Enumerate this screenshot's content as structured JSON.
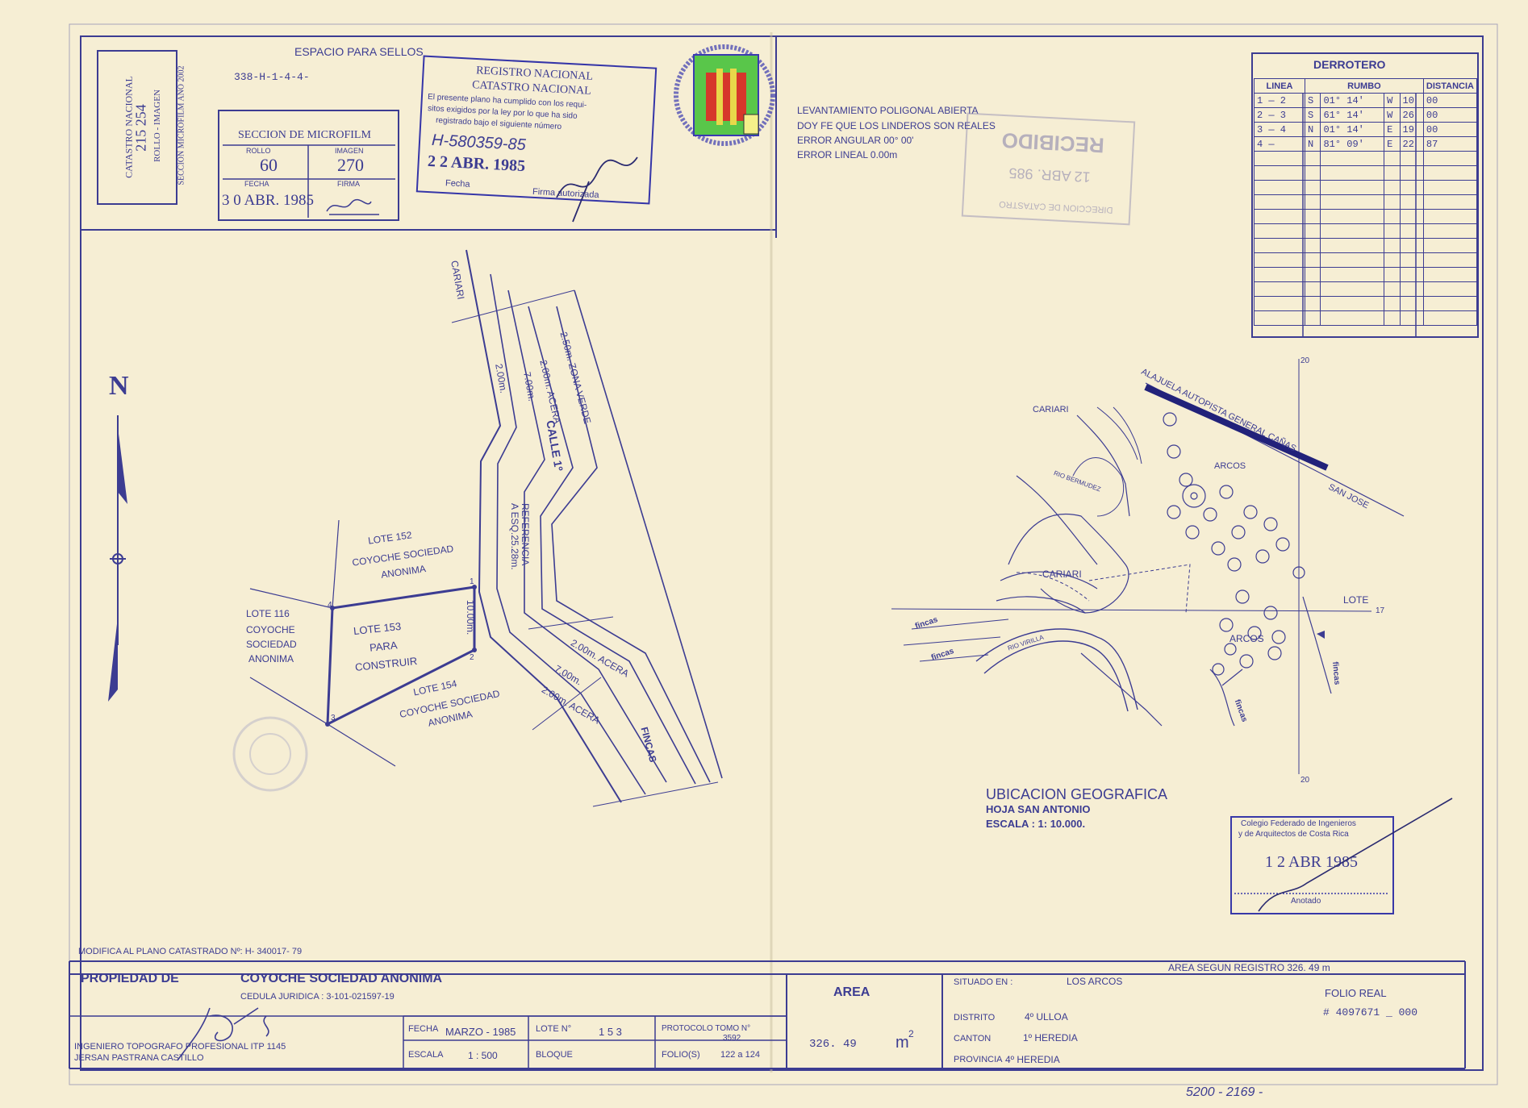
{
  "header": {
    "espacio_sellos": "ESPACIO PARA SELLOS",
    "codigo": "338-H-1-4-4-",
    "catastro_vertical": [
      "CATASTRO NACIONAL",
      "215 254",
      "ROLLO - IMAGEN",
      "SECCION MICROFILM AÑO 2002"
    ]
  },
  "microfilm": {
    "title": "SECCION DE MICROFILM",
    "rollo_label": "ROLLO",
    "rollo": "60",
    "imagen_label": "IMAGEN",
    "imagen": "270",
    "fecha_label": "FECHA",
    "fecha": "3 0 ABR. 1985",
    "firma_label": "FIRMA"
  },
  "registro": {
    "title1": "REGISTRO NACIONAL",
    "title2": "CATASTRO NACIONAL",
    "text1": "El presente plano ha cumplido con los requi-",
    "text2": "sitos exigidos por la ley por lo que ha sido",
    "text3": "registrado bajo el siguiente número",
    "numero": "H-580359-85",
    "fecha": "2 2 ABR. 1985",
    "fecha_label": "Fecha",
    "firma_label": "Firma autorizada"
  },
  "levantamiento": {
    "line1": "LEVANTAMIENTO POLIGONAL ABIERTA",
    "line2": "DOY FE QUE LOS LINDEROS SON REALES",
    "line3": "ERROR  ANGULAR  00° 00'",
    "line4": "ERROR  LINEAL  0.00m"
  },
  "derrotero": {
    "title": "DERROTERO",
    "headers": [
      "LINEA",
      "RUMBO",
      "DISTANCIA"
    ],
    "rows": [
      [
        "1 — 2",
        "S",
        "01° 14'",
        "W",
        "10",
        "00"
      ],
      [
        "2 — 3",
        "S",
        "61° 14'",
        "W",
        "26",
        "00"
      ],
      [
        "3 — 4",
        "N",
        "01° 14'",
        "E",
        "19",
        "00"
      ],
      [
        "4 —",
        "N",
        "81° 09'",
        "E",
        "22",
        "87"
      ]
    ]
  },
  "plano": {
    "north": "N",
    "cariari": "CARIARI",
    "calle": "CALLE 1º",
    "zona_verde": "2.50m. ZONA VERDE",
    "acera_top": "2.00m. ACERA",
    "ancho_top": "7.00m.",
    "izq_top": "2.00m.",
    "referencia": "REFERENCIA",
    "referencia2": "A ESQ.25.28m.",
    "lote152": [
      "LOTE 152",
      "COYOCHE SOCIEDAD",
      "ANONIMA"
    ],
    "lote116": [
      "LOTE 116",
      "COYOCHE",
      "SOCIEDAD",
      "ANONIMA"
    ],
    "lote153": [
      "LOTE 153",
      "PARA",
      "CONSTRUIR"
    ],
    "lote154": [
      "LOTE 154",
      "COYOCHE SOCIEDAD",
      "ANONIMA"
    ],
    "dist_10": "10.00m.",
    "acera_b1": "2.00m. ACERA",
    "ancho_b": "7.00m.",
    "acera_b2": "2.00m. ACERA",
    "fincas": "FINCAS",
    "vertices": [
      "1",
      "2",
      "3",
      "4"
    ]
  },
  "ubicacion": {
    "title": "UBICACION GEOGRAFICA",
    "hoja": "HOJA SAN ANTONIO",
    "escala": "ESCALA : 1: 10.000.",
    "map_labels": {
      "autopista": "ALAJUELA AUTOPISTA GENERAL CAÑAS",
      "san_jose": "SAN JOSE",
      "cariari_top": "CARIARI",
      "arcos_top": "ARCOS",
      "rio_bermudez": "RIO BERMUDEZ",
      "cariari_mid": "CARIARI",
      "lote": "LOTE",
      "arcos_mid": "ARCOS",
      "rio_virilla": "RIO VIRILLA",
      "fincas": [
        "fincas",
        "fincas",
        "fincas",
        "fincas"
      ],
      "coord_top": "20",
      "coord_bottom": "20",
      "coord_right": "17"
    }
  },
  "colegio": {
    "line1": "Colegio Federado de Ingenieros",
    "line2": "y de Arquitectos de Costa Rica",
    "fecha": "1 2 ABR 1985",
    "anotado": "Anotado"
  },
  "recibido": {
    "line1": "DIRECCION DE CATASTRO",
    "fecha": "12 ABR. 985",
    "word": "RECIBIDO"
  },
  "modifica": "MODIFICA AL PLANO CATASTRADO Nº: H- 340017- 79",
  "area_registro": "AREA SEGUN REGISTRO  326. 49 m",
  "title_block": {
    "propiedad_label": "PROPIEDAD DE",
    "propietario": "COYOCHE SOCIEDAD ANONIMA",
    "cedula": "CEDULA  JURIDICA : 3-101-021597-19",
    "ingeniero1": "INGENIERO TOPOGRAFO PROFESIONAL  ITP 1145",
    "ingeniero2": "JERSAN  PASTRANA CASTILLO",
    "fecha_label": "FECHA",
    "fecha": "MARZO - 1985",
    "lote_label": "LOTE  N°",
    "lote": "1 5 3",
    "protocolo_label": "PROTOCOLO TOMO N°",
    "protocolo": "3592",
    "escala_label": "ESCALA",
    "escala": "1 : 500",
    "bloque_label": "BLOQUE",
    "folio_label": "FOLIO(S)",
    "folio": "122 a 124",
    "area_label": "AREA",
    "area": "326. 49",
    "area_unit": "m",
    "situado_label": "SITUADO  EN :",
    "situado": "LOS  ARCOS",
    "distrito_label": "DISTRITO",
    "distrito": "4º ULLOA",
    "canton_label": "CANTON",
    "canton": "1º HEREDIA",
    "provincia_label": "PROVINCIA",
    "provincia": "4º HEREDIA",
    "folio_real_label": "FOLIO  REAL",
    "folio_real": "# 4097671 _ 000"
  },
  "footer_note": "5200 - 2169 -"
}
